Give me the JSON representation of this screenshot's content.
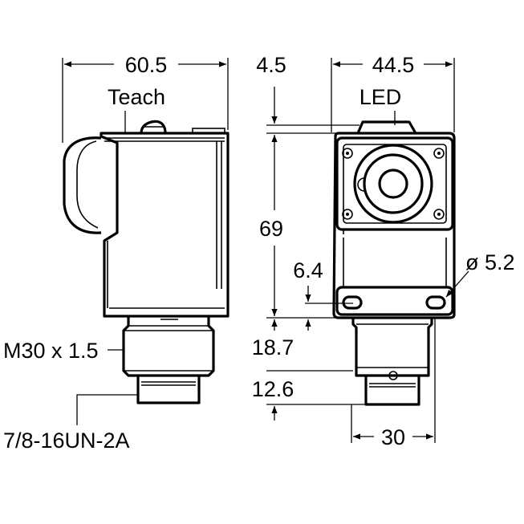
{
  "labels": {
    "width_side": "60.5",
    "teach": "Teach",
    "offset_top": "4.5",
    "width_front": "44.5",
    "led": "LED",
    "height": "69",
    "hole_offset": "6.4",
    "hole_diameter": "ø 5.2",
    "thread": "M30 x 1.5",
    "thread_length": "18.7",
    "connector_length": "12.6",
    "connector_thread": "7/8-16UN-2A",
    "connector_width": "30"
  }
}
